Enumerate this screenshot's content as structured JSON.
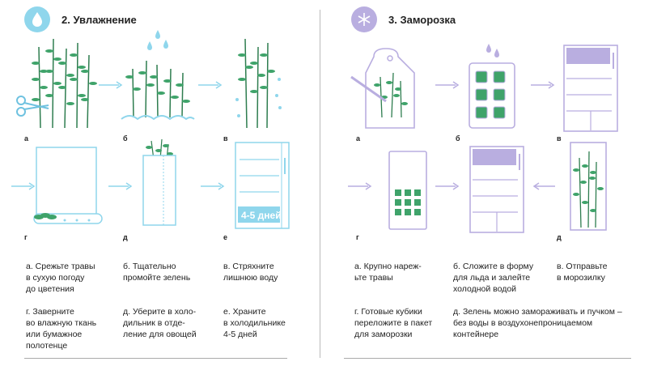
{
  "left": {
    "title": "2. Увлажнение",
    "icon": "water-drop-icon",
    "accent": "#8fd6ec",
    "letters": [
      "а",
      "б",
      "в",
      "г",
      "д",
      "е"
    ],
    "fridge_label": "4-5 дней",
    "captions": [
      "а. Срежьте травы\nв сухую погоду\nдо цветения",
      "б. Тщательно\nпромойте зелень",
      "в. Стряхните\nлишнюю воду",
      "г. Заверните\nво влажную ткань\nили бумажное\nполотенце",
      "д. Уберите в холо-\nдильник в отде-\nление для овощей",
      "е. Храните\nв холодильнике\n4-5 дней"
    ]
  },
  "right": {
    "title": "3. Заморозка",
    "icon": "snowflake-icon",
    "accent": "#b9aee0",
    "letters": [
      "а",
      "б",
      "в",
      "г",
      "д"
    ],
    "captions": [
      "а. Крупно нареж-\nьте травы",
      "б. Сложите в форму\nдля льда и залейте\nхолодной водой",
      "в. Отправьте\nв морозилку",
      "г. Готовые кубики\nпереложите в пакет\nдля заморозки",
      "д. Зелень можно замораживать и пучком –\nбез воды в воздухонепроницаемом\nконтейнере"
    ]
  }
}
